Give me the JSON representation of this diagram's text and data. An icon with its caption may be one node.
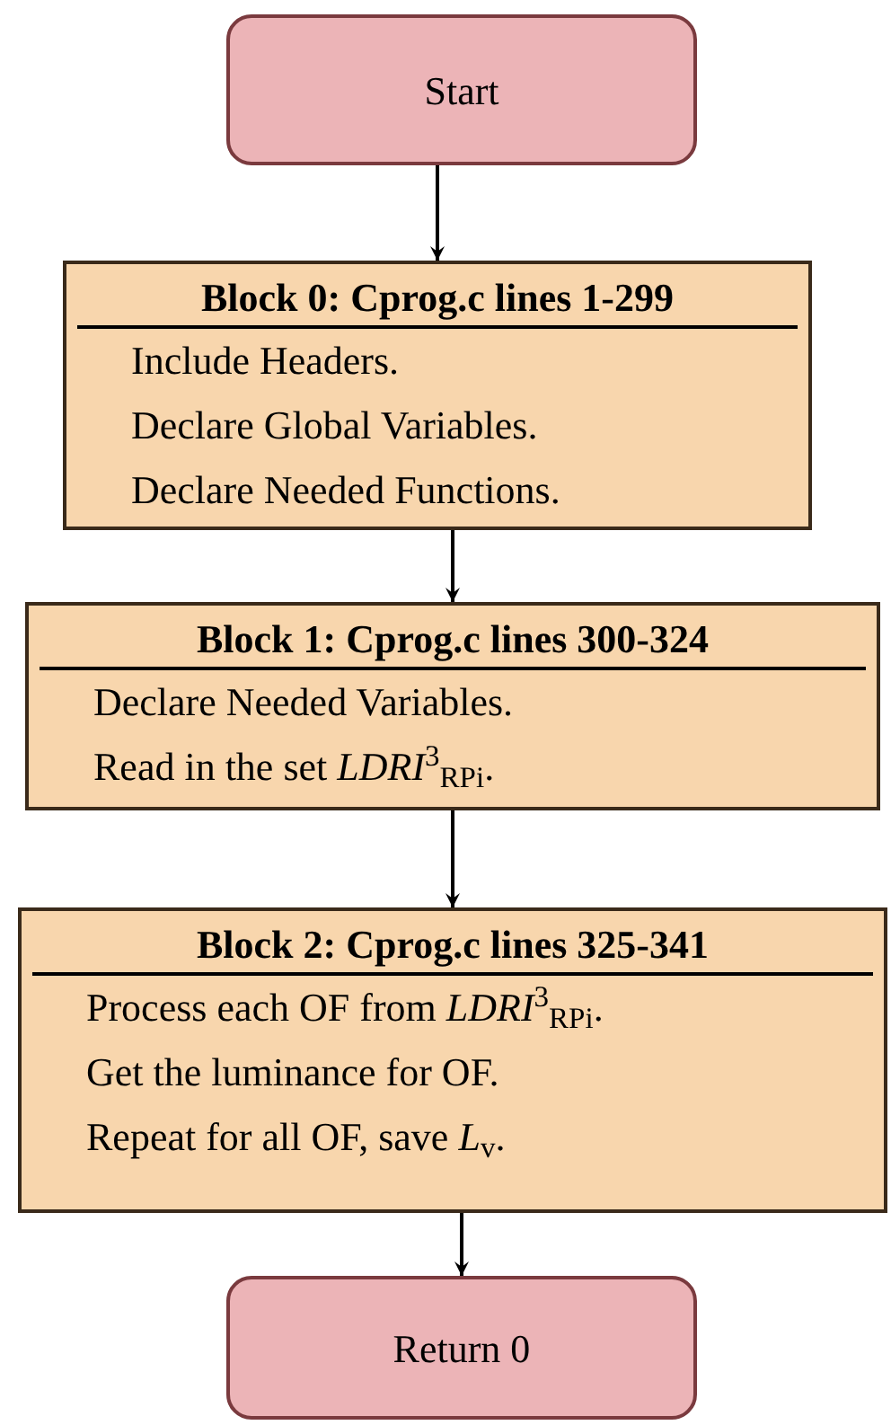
{
  "diagram": {
    "nodes": [
      {
        "text": [
          "Start"
        ]
      },
      {
        "text": [
          "Block 0: Cprog.c lines 1-299",
          "Include Headers.",
          "Declare Global Variables.",
          "Declare Needed Functions."
        ]
      },
      {
        "text": [
          "Block 1: Cprog.c lines 300-324",
          "Declare Needed Variables.",
          "Read in the set *LDRI*$^{3}$$_{RPi}$."
        ]
      },
      {
        "text": [
          "Block 2: Cprog.c lines 325-341",
          "Process each OF from *LDRI*$^{3}$$_{RPi}$.",
          "Get the luminance for OF.",
          "Repeat for all OF, save *L*$_{v}$."
        ]
      },
      {
        "text": [
          "Return 0"
        ]
      }
    ],
    "edges": [
      {
        "from": 0,
        "to": 1,
        "arrow": "to"
      },
      {
        "from": 1,
        "to": 2,
        "arrow": "to"
      },
      {
        "from": 2,
        "to": 3,
        "arrow": "to"
      },
      {
        "from": 3,
        "to": 4,
        "arrow": "to"
      }
    ]
  }
}
